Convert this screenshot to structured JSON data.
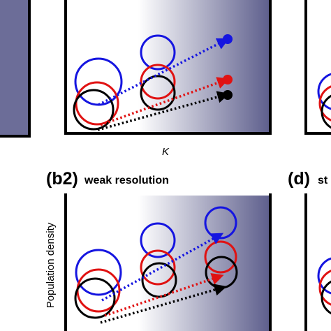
{
  "labels": {
    "x_axis_top": "K",
    "panel_b2_id": "(b2)",
    "panel_b2_title": "weak resolution",
    "panel_d_id": "(d)",
    "panel_d_title_partial": "st",
    "y_axis_b2": "Population density"
  },
  "colors": {
    "blue": "#1515e0",
    "red": "#e01212",
    "black": "#000000",
    "gradient_dark": "#5d5e8c",
    "gradient_light": "#ffffff"
  }
}
